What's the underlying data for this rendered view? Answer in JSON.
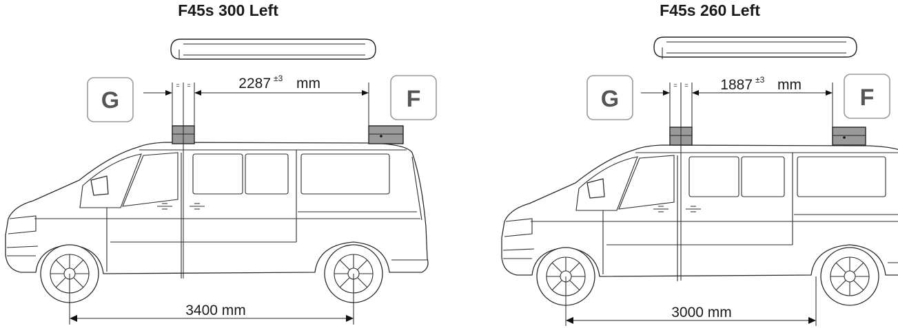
{
  "diagrams": [
    {
      "title": "F45s 300 Left",
      "badge_left": "G",
      "badge_right": "F",
      "bracket_dim_value": "2287",
      "bracket_dim_tolerance": "±3",
      "bracket_dim_unit": "mm",
      "equal_marks": [
        "=",
        "="
      ],
      "wheelbase_dim": "3400 mm"
    },
    {
      "title": "F45s 260 Left",
      "badge_left": "G",
      "badge_right": "F",
      "bracket_dim_value": "1887",
      "bracket_dim_tolerance": "±3",
      "bracket_dim_unit": "mm",
      "equal_marks": [
        "=",
        "="
      ],
      "wheelbase_dim": "3000 mm"
    }
  ],
  "colors": {
    "bracket_fill": "#9a9a9a",
    "badge_border": "#999999",
    "badge_letter": "#555555",
    "line": "#222222"
  }
}
